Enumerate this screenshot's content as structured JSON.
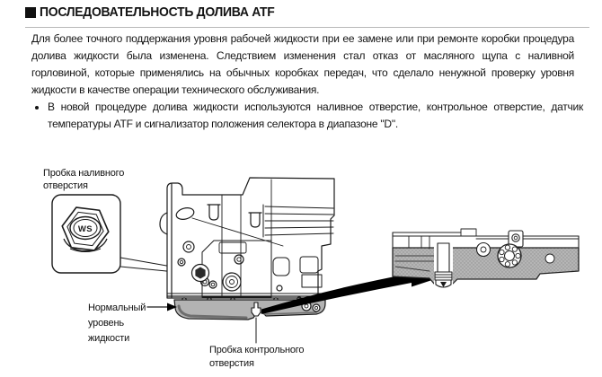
{
  "header": {
    "marker_icon": "black-square",
    "title": "ПОСЛЕДОВАТЕЛЬНОСТЬ ДОЛИВА ATF"
  },
  "intro": "Для более точного поддержания уровня рабочей жидкости при ее замене или при ремонте коробки процедура долива жидкости была изменена. Следствием изменения стал отказ от масляного щупа с наливной горловиной, которые применялись на обычных коробках передач, что сделало ненужной проверку уровня жидкости в качестве операции технического обслуживания.",
  "bullets": [
    "В новой процедуре долива жидкости используются наливное отверстие, контрольное отверстие, датчик температуры ATF и сигнализатор положения селектора в диапазоне \"D\"."
  ],
  "diagram": {
    "labels": {
      "filler_plug": "Пробка наливного отверстия",
      "fluid_level": "Нормальный уровень жидкости",
      "control_plug": "Пробка контрольного отверстия"
    },
    "plug_marking": "WS",
    "colors": {
      "fluid_gray": "#b2b2b2",
      "line": "#1a1a1a"
    }
  }
}
